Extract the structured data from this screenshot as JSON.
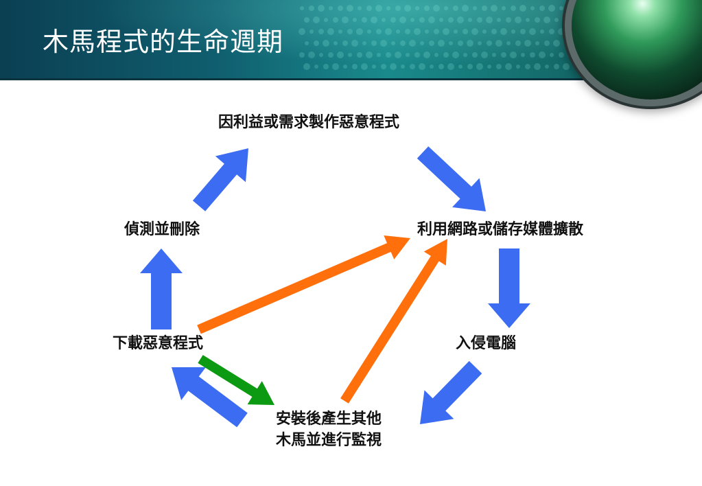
{
  "slide": {
    "title": "木馬程式的生命週期"
  },
  "nodes": {
    "create": "因利益或需求製作惡意程式",
    "spread": "利用網路或儲存媒體擴散",
    "invade": "入侵電腦",
    "install_line1": "安裝後產生其他",
    "install_line2": "木馬並進行監視",
    "download": "下載惡意程式",
    "detect": "偵測並刪除"
  },
  "colors": {
    "cycle_arrow": "#3b6cf2",
    "cross_arrow": "#ff6f0c",
    "install_arrow": "#0c9a12"
  }
}
